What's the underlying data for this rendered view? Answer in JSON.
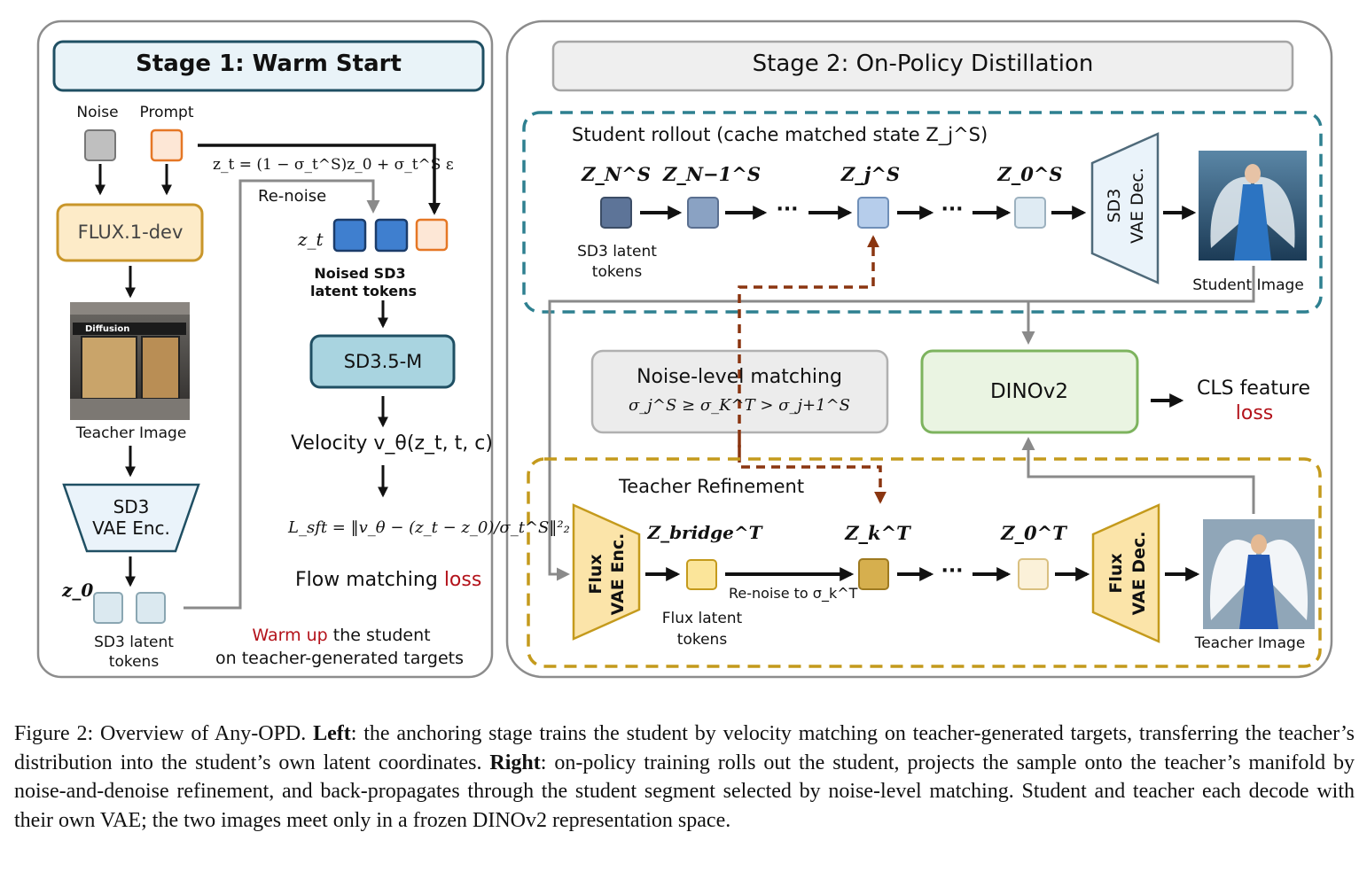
{
  "stage1": {
    "title": "Stage 1:  Warm Start",
    "noise_label": "Noise",
    "prompt_label": "Prompt",
    "renoise_formula": "z_t = (1 − σ_t^S)z_0 + σ_t^S ε",
    "renoise_label": "Re-noise",
    "zt_label": "z_t",
    "flux_dev_label": "FLUX.1-dev",
    "noised_tokens_label": [
      "Noised SD3",
      "latent tokens"
    ],
    "teacher_image_text": "Diffusion",
    "teacher_image_label": "Teacher Image",
    "sd35m_label": "SD3.5-M",
    "velocity_label": "Velocity v_θ(z_t, t, c)",
    "vae_enc_label": [
      "SD3",
      "VAE Enc."
    ],
    "lsft_formula": "L_sft = ‖v_θ − (z_t − z_0)/σ_t^S‖²₂",
    "z0_label": "z_0",
    "flow_matching_label": "Flow matching",
    "flow_matching_loss": "loss",
    "sd3_tokens_label": [
      "SD3 latent",
      "tokens"
    ],
    "warmup_highlight": "Warm up",
    "warmup_rest": " the student",
    "warmup_line2": "on teacher-generated targets"
  },
  "stage2": {
    "title": "Stage 2: On-Policy Distillation",
    "rollout_title": "Student rollout (cache matched state Z_j^S)",
    "zn_label": "Z_N^S",
    "zn1_label": "Z_N−1^S",
    "zj_label": "Z_j^S",
    "z0s_label": "Z_0^S",
    "ellipsis": "···",
    "sd3_latent_label": [
      "SD3 latent",
      "tokens"
    ],
    "sd3_vae_dec_label": [
      "SD3",
      "VAE Dec."
    ],
    "student_image_label": "Student Image",
    "noise_level_title": "Noise-level matching",
    "noise_level_formula": "σ_j^S ≥ σ_K^T > σ_j+1^S",
    "dinov2_label": "DINOv2",
    "cls_feature_label": "CLS feature",
    "cls_loss_label": "loss",
    "teacher_refinement_title": "Teacher Refinement",
    "flux_vae_enc_label": [
      "Flux",
      "VAE Enc."
    ],
    "zbridge_label": "Z_bridge^T",
    "zk_label": "Z_k^T",
    "z0t_label": "Z_0^T",
    "flux_latent_label": [
      "Flux latent",
      "tokens"
    ],
    "renoise_to_label": "Re-noise to σ_k^T",
    "flux_vae_dec_label": [
      "Flux",
      "VAE Dec."
    ],
    "teacher_image_label": "Teacher Image"
  },
  "caption": {
    "fig": "Figure 2: Overview of Any-OPD. ",
    "left_bold": "Left",
    "left_text": ": the anchoring stage trains the student by velocity matching on teacher-generated targets, transferring the teacher’s distribution into the student’s own latent coordinates. ",
    "right_bold": "Right",
    "right_text": ": on-policy training rolls out the student, projects the sample onto the teacher’s manifold by noise-and-denoise refinement, and back-propagates through the student segment selected by noise-level matching. Student and teacher each decode with their own VAE; the two images meet only in a frozen DINOv2 representation space."
  },
  "colors": {
    "stage1_header_fill": "#e9f3f8",
    "stage1_header_stroke": "#1f4f63",
    "flux_fill": "#fdebc8",
    "flux_stroke": "#c9962a",
    "sd35_fill": "#a9d4e0",
    "sd35_stroke": "#1f4f63",
    "vae_enc_fill": "#eaf3fa",
    "prompt_fill": "#fde7d6",
    "prompt_stroke": "#e57725",
    "noised_token_fill": "#3f7fcf",
    "rollout_border": "#2e8090",
    "teacher_border": "#c49a1c",
    "dinov2_fill": "#eaf4e2",
    "dinov2_stroke": "#7db35e",
    "noise_match_fill": "#ececec",
    "flux_vae_fill": "#fbe4a9",
    "dashed_brown": "#8a3510",
    "loss_red": "#b3121a"
  }
}
